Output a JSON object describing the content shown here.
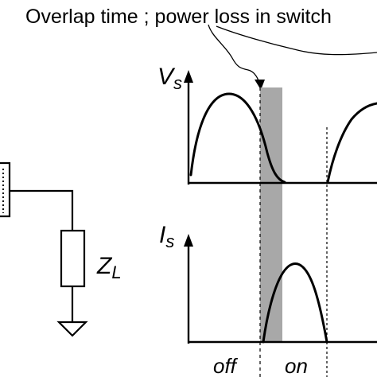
{
  "diagram": {
    "heading": "Overlap time ; power loss in switch",
    "voltage_axis": {
      "symbol": "V",
      "subscript": "s"
    },
    "current_axis": {
      "symbol": "I",
      "subscript": "s"
    },
    "load": {
      "symbol": "Z",
      "subscript": "L"
    },
    "state_off": "off",
    "state_on": "on"
  },
  "colors": {
    "ink": "#000000",
    "overlap_shading": "#a8a8a8",
    "background": "#ffffff"
  }
}
